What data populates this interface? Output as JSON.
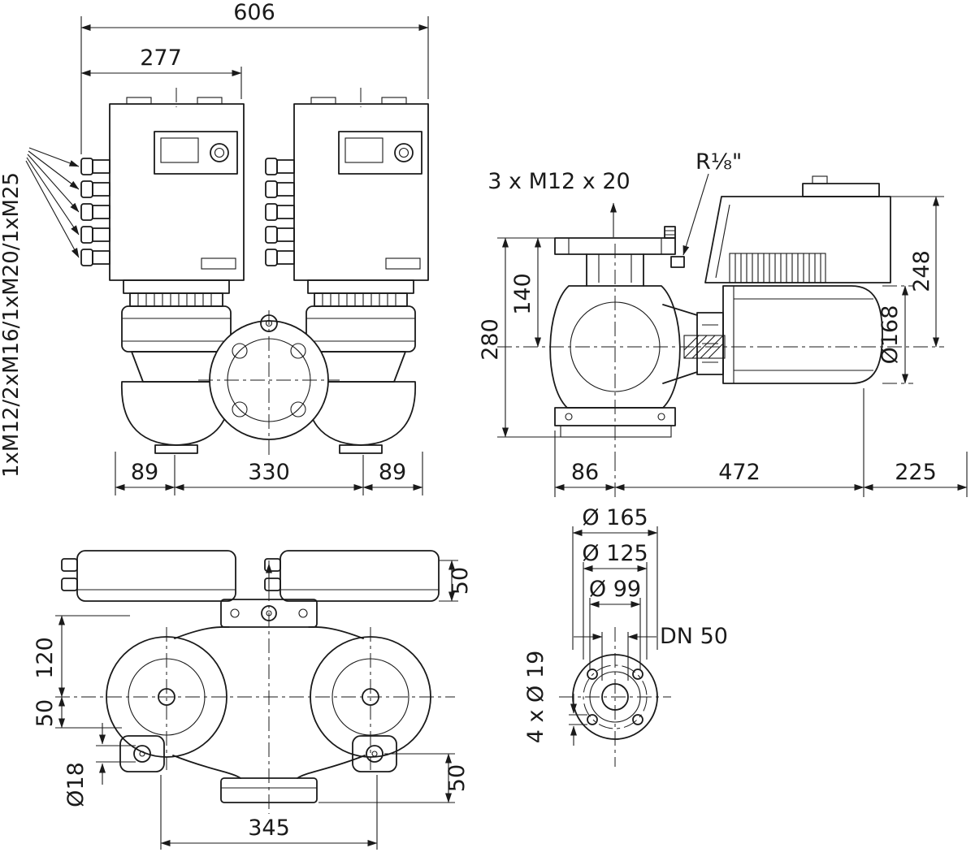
{
  "front_view": {
    "dim_overall_width": "606",
    "dim_to_module_edge": "277",
    "cable_glands_label": "1xM12/2xM16/1xM20/1xM25",
    "dim_port_left": "89",
    "dim_port_spacing": "330",
    "dim_port_right": "89"
  },
  "side_view": {
    "flange_bolts_label": "3 x M12 x 20",
    "plug_label": "R⅛\"",
    "dim_flange_to_axis": "140",
    "dim_total_height": "280",
    "dim_axis_to_module_top": "248",
    "dim_motor_diameter": "Ø168",
    "dim_flange_to_axis_horiz": "86",
    "dim_axis_to_motor_end": "472",
    "dim_rear_clearance": "225"
  },
  "bottom_view": {
    "dim_module_to_casing": "50",
    "dim_axis_offset": "120",
    "dim_foot_offset": "50",
    "dim_foot_hole": "Ø18",
    "dim_port_offset": "50",
    "dim_foot_spacing": "345"
  },
  "flange_view": {
    "dim_flange_od": "Ø 165",
    "dim_bolt_circle": "Ø 125",
    "dim_raised_face": "Ø 99",
    "nominal_bore_label": "DN 50",
    "bolt_holes_label": "4 x Ø 19"
  }
}
